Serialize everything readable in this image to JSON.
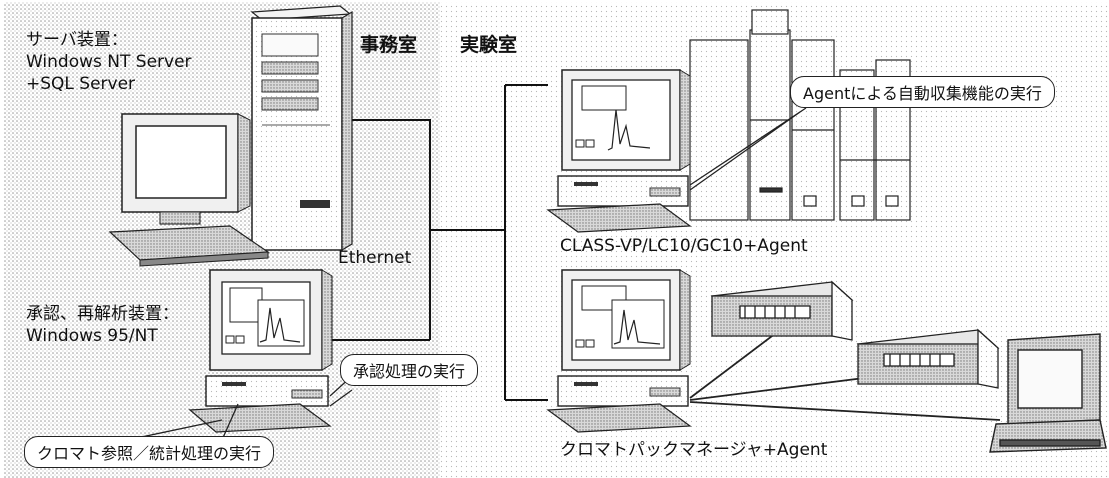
{
  "rooms": {
    "office": "事務室",
    "lab": "実験室"
  },
  "server": {
    "label_line1": "サーバ装置：",
    "label_line2": "Windows NT Server",
    "label_line3": "+SQL Server"
  },
  "approval_station": {
    "label_line1": "承認、再解析装置：",
    "label_line2": "Windows 95/NT"
  },
  "network": {
    "label": "Ethernet"
  },
  "lab_pc1": {
    "label": "CLASS-VP/LC10/GC10+Agent"
  },
  "lab_pc2": {
    "label": "クロマトパックマネージャ+Agent"
  },
  "callouts": {
    "agent": "Agentによる自動収集機能の実行",
    "approval": "承認処理の実行",
    "reference": "クロマト参照／統計処理の実行"
  }
}
